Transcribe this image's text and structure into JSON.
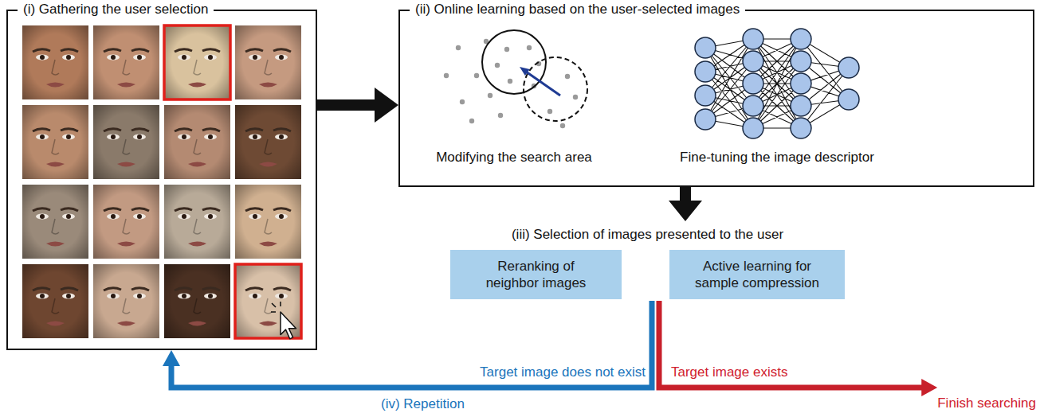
{
  "diagram": {
    "nodes": [
      {
        "text": [
          "(i) Gathering the user selection"
        ]
      },
      {
        "text": [
          "(ii) Online learning based on the user-selected images"
        ]
      },
      {
        "text": [
          "(iii) Selection of images presented to the user"
        ]
      },
      {
        "text": [
          "Reranking of neighbor images"
        ],
        "in": 2
      },
      {
        "text": [
          "Active learning for sample compression"
        ],
        "in": 2
      },
      {
        "text": [
          "Finish searching"
        ]
      }
    ],
    "edges": [
      {
        "from": 0,
        "to": 1,
        "arrow": "to"
      },
      {
        "from": 1,
        "to": 2,
        "arrow": "to"
      },
      {
        "from": 2,
        "to": 0,
        "arrow": "to",
        "label": "Target image does not exist"
      },
      {
        "from": 2,
        "to": 5,
        "arrow": "to",
        "label": "Target image exists"
      }
    ],
    "labels": [
      "Modifying the search area",
      "Fine-tuning the image descriptor",
      "(iv) Repetition"
    ]
  }
}
